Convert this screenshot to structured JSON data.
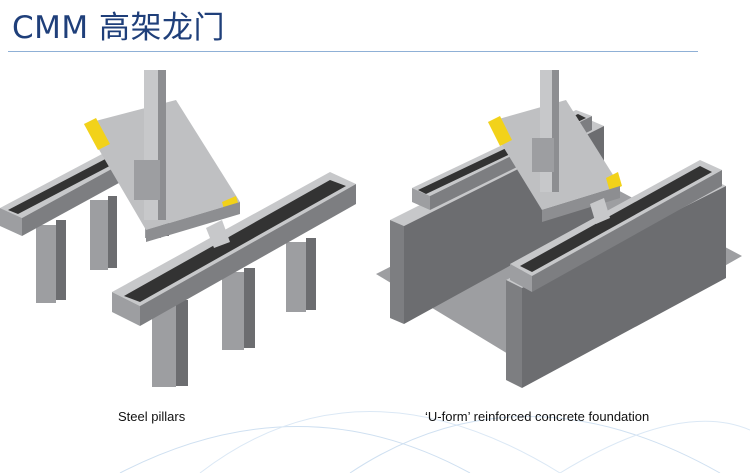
{
  "slide": {
    "title": "CMM 高架龙门",
    "colors": {
      "title": "#1f3f7a",
      "rule": "#8fb0d6",
      "steel_light": "#c7c8ca",
      "steel_mid": "#9d9ea1",
      "steel_dark": "#6c6d70",
      "rail_channel": "#333333",
      "scale_yellow": "#f2d21a"
    }
  },
  "figures": [
    {
      "caption": "Steel pillars",
      "icon": "gantry-steel-pillars-illustration"
    },
    {
      "caption": "‘U-form’ reinforced concrete foundation",
      "icon": "gantry-u-form-foundation-illustration"
    }
  ]
}
